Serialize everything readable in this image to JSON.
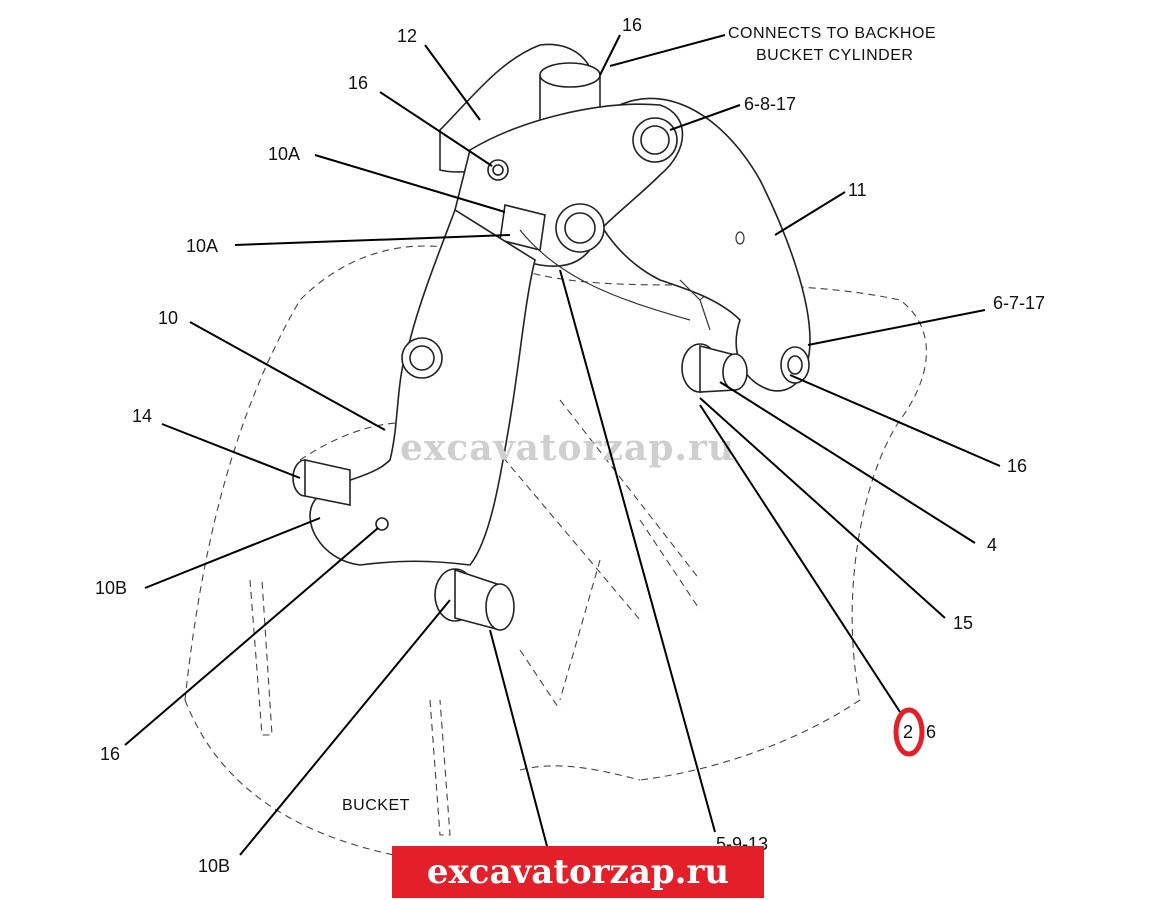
{
  "note": {
    "line1": "CONNECTS TO BACKHOE",
    "line2": "BUCKET CYLINDER"
  },
  "bucket_label": "BUCKET",
  "callouts": {
    "c16_top": "16",
    "c12": "12",
    "c16_left": "16",
    "c6817": "6-8-17",
    "c10a_upper": "10A",
    "c11": "11",
    "c10a_lower": "10A",
    "c6717": "6-7-17",
    "c10": "10",
    "c14": "14",
    "c16_right": "16",
    "c4": "4",
    "c10b_left": "10B",
    "c15": "15",
    "c2": "2",
    "c6": "6",
    "c16_bottom": "16",
    "c5913": "5-9-13",
    "c10b_bottom": "10B"
  },
  "watermark": "excavatorzap.ru",
  "banner": "excavatorzap.ru",
  "highlight_color": "#e3202a"
}
